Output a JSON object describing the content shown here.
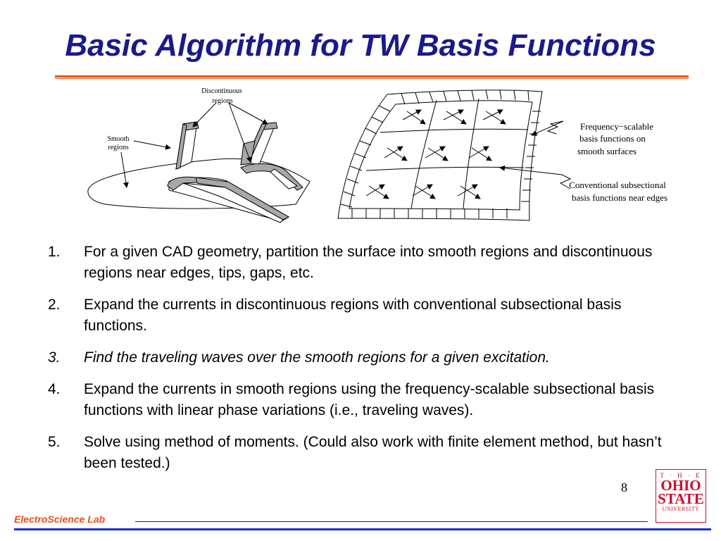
{
  "slide": {
    "title": "Basic Algorithm for TW Basis Functions",
    "page_number": "8",
    "footer": "ElectroScience Lab"
  },
  "figure": {
    "labels": {
      "discontinuous_line1": "Discontinuous",
      "discontinuous_line2": "regions",
      "smooth_line1": "Smooth",
      "smooth_line2": "regions",
      "freq_line1": "Frequency−scalable",
      "freq_line2": "basis functions on",
      "freq_line3": "smooth surfaces",
      "conv_line1": "Conventional subsectional",
      "conv_line2": "basis functions near edges"
    }
  },
  "steps": [
    {
      "num": "1.",
      "text": "For a given CAD geometry, partition the surface into smooth regions and discontinuous regions near edges, tips, gaps, etc."
    },
    {
      "num": "2.",
      "text": "Expand the currents in discontinuous regions with conventional subsectional basis functions."
    },
    {
      "num": "3.",
      "text": "Find the traveling waves over the smooth regions for a given excitation."
    },
    {
      "num": "4.",
      "text": "Expand the currents in smooth regions using the frequency-scalable subsectional basis functions with linear phase variations (i.e., traveling waves)."
    },
    {
      "num": "5.",
      "text": "Solve using method of moments. (Could also work with finite element method, but hasn’t been tested.)"
    }
  ],
  "logo": {
    "the": "T · H · E",
    "ohio": "OHIO",
    "state": "STATE",
    "university": "UNIVERSITY"
  },
  "colors": {
    "title": "#1a1a8c",
    "accent_orange": "#e8501a",
    "bottom_bar": "#1a2fd6",
    "logo_red": "#c8102e"
  }
}
